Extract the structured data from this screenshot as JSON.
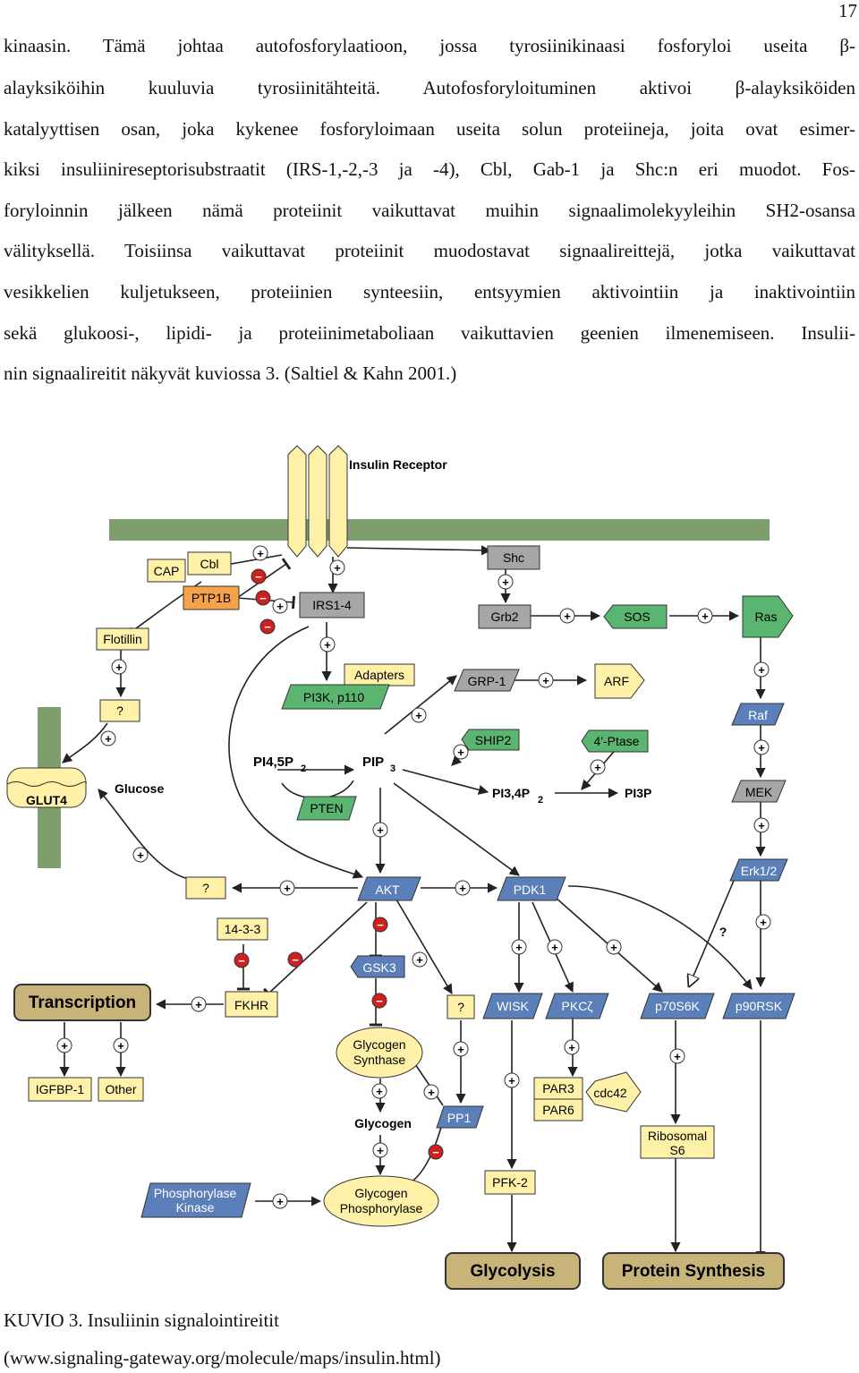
{
  "page_number": "17",
  "paragraph": [
    "kinaasin. Tämä johtaa autofosforylaatioon, jossa tyrosiinikinaasi fosforyloi useita β-",
    "alayksiköihin kuuluvia tyrosiinitähteitä. Autofosforyloituminen aktivoi β-alayksiköiden",
    "katalyyttisen osan, joka kykenee fosforyloimaan useita solun proteiineja, joita ovat esimer-",
    "kiksi insuliinireseptorisubstraatit (IRS-1,-2,-3 ja -4), Cbl, Gab-1 ja Shc:n eri muodot. Fos-",
    "foryloinnin jälkeen nämä proteiinit vaikuttavat muihin signaalimolekyyleihin SH2-osansa",
    "välityksellä. Toisiinsa vaikuttavat proteiinit muodostavat signaalireittejä, jotka vaikuttavat",
    "vesikkelien kuljetukseen, proteiinien synteesiin, entsyymien aktivointiin ja inaktivointiin",
    "sekä glukoosi-, lipidi- ja proteiinimetaboliaan vaikuttavien geenien ilmenemiseen. Insulii-",
    "nin signaalireitit näkyvät kuviossa 3. (Saltiel & Kahn 2001.)"
  ],
  "figure": {
    "labels": {
      "insulin_receptor": "Insulin Receptor",
      "cap": "CAP",
      "cbl": "Cbl",
      "ptp1b": "PTP1B",
      "irs": "IRS1-4",
      "shc": "Shc",
      "grb2": "Grb2",
      "sos": "SOS",
      "ras": "Ras",
      "flotillin": "Flotillin",
      "q1": "?",
      "adapters": "Adapters",
      "pi3k": "PI3K, p110",
      "grp1": "GRP-1",
      "arf": "ARF",
      "raf": "Raf",
      "pi45p2": "PI4,5P",
      "pi45p2_sub": "2",
      "pip3": "PIP",
      "pip3_sub": "3",
      "ship2": "SHIP2",
      "ptase": "4'-Ptase",
      "pi34p2": "PI3,4P",
      "pi34p2_sub": "2",
      "pi3p": "PI3P",
      "mek": "MEK",
      "glut4": "GLUT4",
      "glucose": "Glucose",
      "pten": "PTEN",
      "erk": "Erk1/2",
      "q2": "?",
      "akt": "AKT",
      "pdk1": "PDK1",
      "p1433": "14-3-3",
      "gsk3": "GSK3",
      "q3": "?",
      "q4": "?",
      "transcription": "Transcription",
      "fkhr": "FKHR",
      "wisk": "WISK",
      "pkcz": "PKCζ",
      "p70s6k": "p70S6K",
      "p90rsk": "p90RSK",
      "glycogen_synthase": [
        "Glycogen",
        "Synthase"
      ],
      "igfbp1": "IGFBP-1",
      "other": "Other",
      "par3": "PAR3",
      "par6": "PAR6",
      "cdc42": "cdc42",
      "ribosomal_s6": [
        "Ribosomal",
        "S6"
      ],
      "glycogen": "Glycogen",
      "pp1": "PP1",
      "phosphorylase_kinase": [
        "Phosphorylase",
        "Kinase"
      ],
      "glycogen_phosphorylase": [
        "Glycogen",
        "Phosphorylase"
      ],
      "pfk2": "PFK-2",
      "glycolysis": "Glycolysis",
      "protein_synthesis": "Protein  Synthesis",
      "plus": "+",
      "minus": "−"
    },
    "colors": {
      "yellow": "#fff2a8",
      "orange": "#f5a24a",
      "grey": "#a6a6a6",
      "green": "#59b56f",
      "blue": "#5b7fb8",
      "tan": "#c8b479",
      "membrane": "#7f9e6e",
      "inhibit": "#d01f1f"
    }
  },
  "caption": {
    "line1": "KUVIO 3. Insuliinin signalointireitit",
    "line2": "(www.signaling-gateway.org/molecule/maps/insulin.html)"
  }
}
